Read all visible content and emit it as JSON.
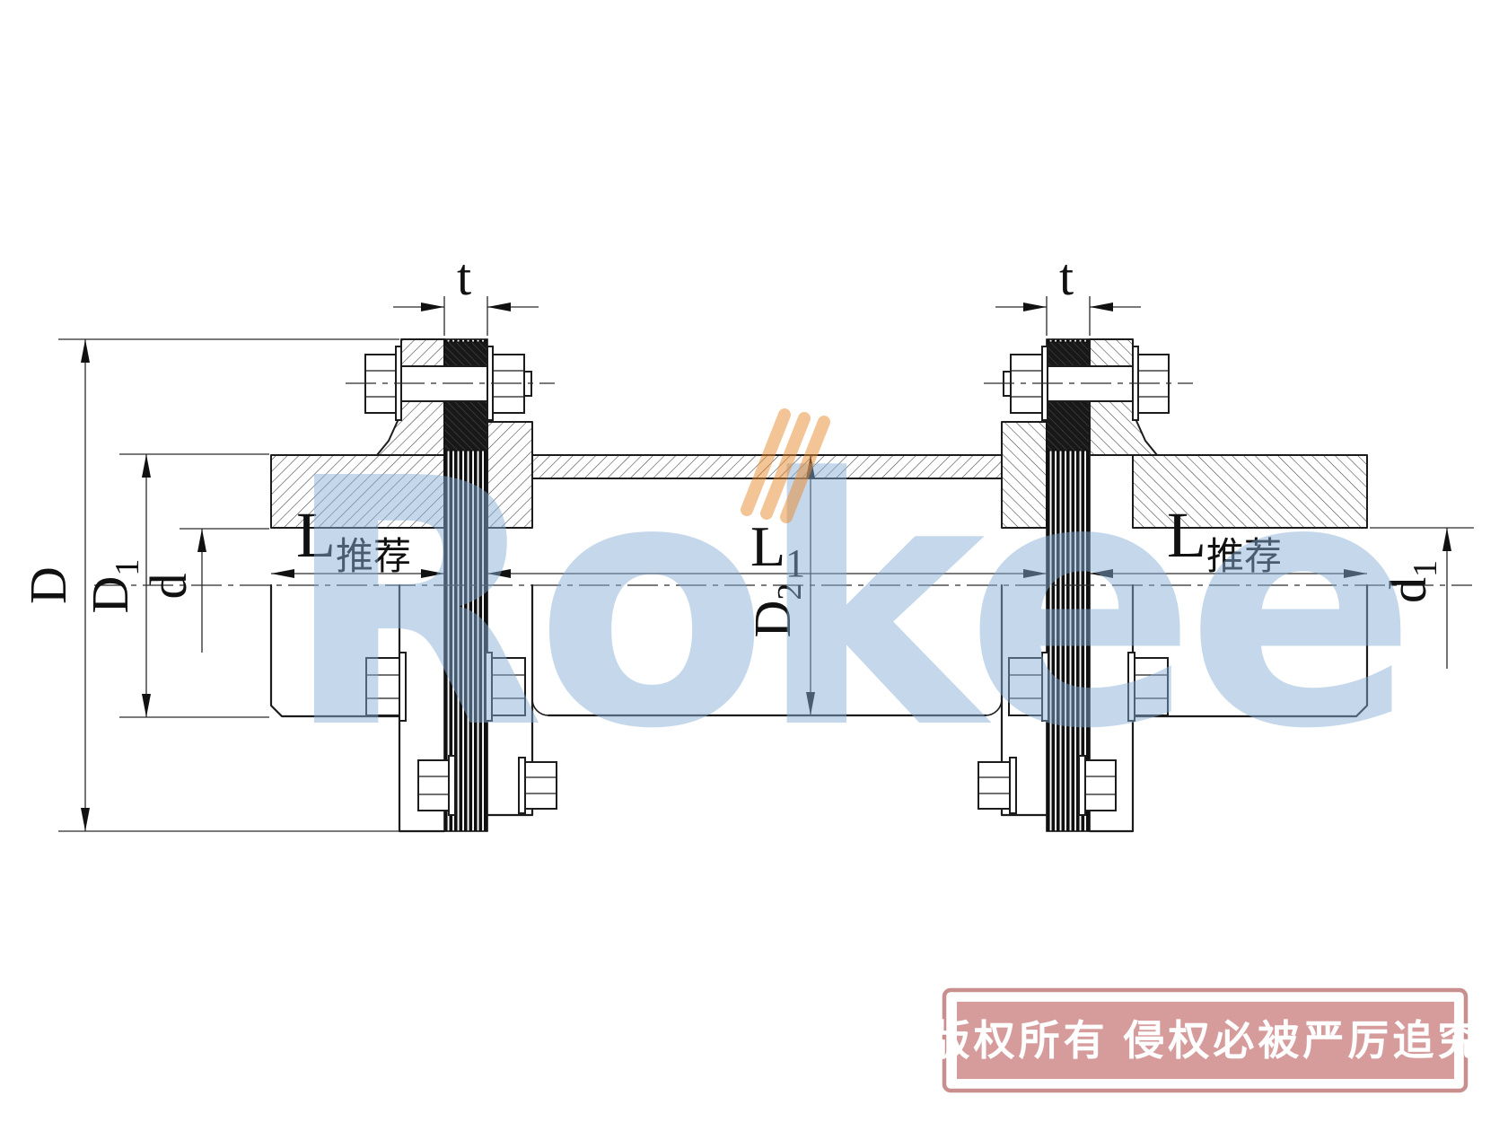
{
  "watermark": {
    "text": "Rokee",
    "blue": "#88aed6",
    "orange": "#e98a2e"
  },
  "stamp": {
    "text": "版权所有 侵权必被严厉追究",
    "fill": "#d69c9c",
    "border": "#c98f8f",
    "text_color": "#ffffff"
  },
  "dims": {
    "D": {
      "base": "D",
      "sub": ""
    },
    "D1": {
      "base": "D",
      "sub": "1"
    },
    "d": {
      "base": "d",
      "sub": ""
    },
    "L_rec_left": {
      "base": "L",
      "sub": "推荐"
    },
    "L1": {
      "base": "L",
      "sub": "1"
    },
    "D2": {
      "base": "D",
      "sub": "2"
    },
    "L_rec_right": {
      "base": "L",
      "sub": "推荐"
    },
    "d1": {
      "base": "d",
      "sub": "1"
    },
    "t_left": {
      "base": "t",
      "sub": ""
    },
    "t_right": {
      "base": "t",
      "sub": ""
    }
  }
}
